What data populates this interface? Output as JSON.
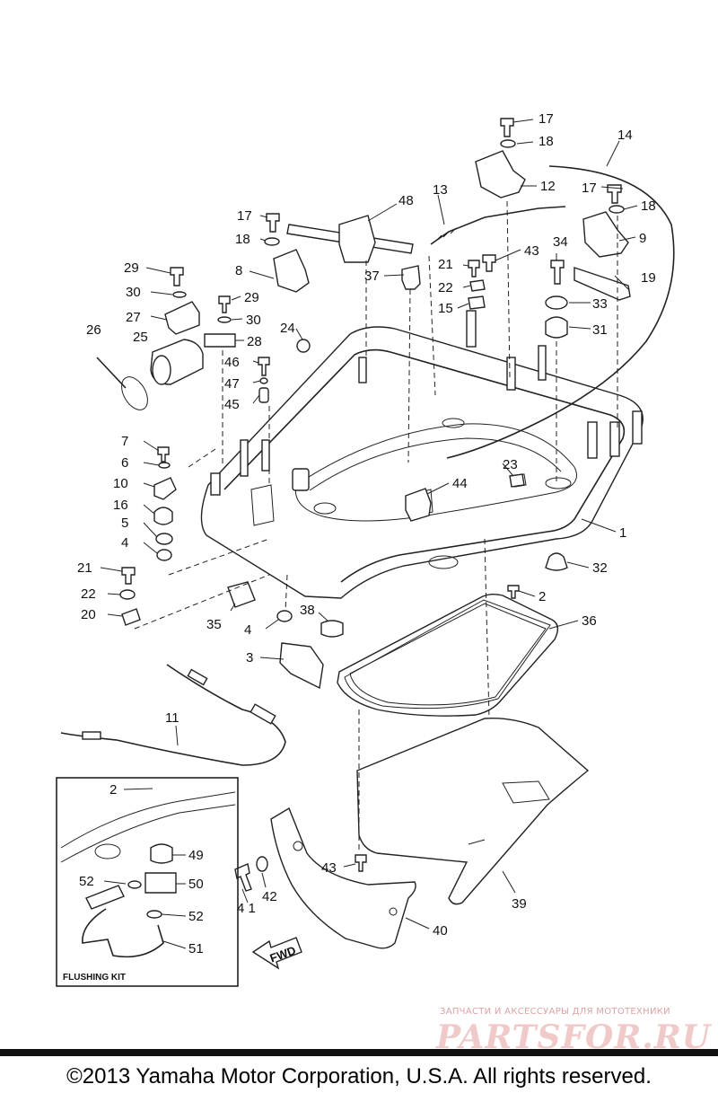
{
  "callouts": {
    "c1": "1",
    "c2a": "2",
    "c2b": "2",
    "c3": "3",
    "c4a": "4",
    "c4b": "4",
    "c5": "5",
    "c6": "6",
    "c7": "7",
    "c8": "8",
    "c9": "9",
    "c10": "10",
    "c11": "11",
    "c12": "12",
    "c13": "13",
    "c14": "14",
    "c15": "15",
    "c16": "16",
    "c17a": "17",
    "c17b": "17",
    "c17c": "17",
    "c18a": "18",
    "c18b": "18",
    "c18c": "18",
    "c19": "19",
    "c20": "20",
    "c21a": "21",
    "c21b": "21",
    "c22a": "22",
    "c22b": "22",
    "c23": "23",
    "c24": "24",
    "c25": "25",
    "c26": "26",
    "c27": "27",
    "c28": "28",
    "c29a": "29",
    "c29b": "29",
    "c30a": "30",
    "c30b": "30",
    "c31": "31",
    "c32": "32",
    "c33": "33",
    "c34": "34",
    "c35": "35",
    "c36": "36",
    "c37": "37",
    "c38": "38",
    "c39": "39",
    "c40": "40",
    "c41": "4 1",
    "c42": "42",
    "c43a": "43",
    "c43b": "43",
    "c44": "44",
    "c45": "45",
    "c46": "46",
    "c47": "47",
    "c48": "48",
    "c49": "49",
    "c50": "50",
    "c51": "51",
    "c52a": "52",
    "c52b": "52"
  },
  "flushing_kit_title": "FLUSHING KIT",
  "fwd_label": "FWD",
  "watermark": {
    "subtitle": "ЗАПЧАСТИ И АКСЕССУАРЫ ДЛЯ МОТОТЕХНИКИ",
    "logo": "PARTSFOR.RU"
  },
  "footer": "©2013 Yamaha Motor Corporation, U.S.A. All rights reserved."
}
